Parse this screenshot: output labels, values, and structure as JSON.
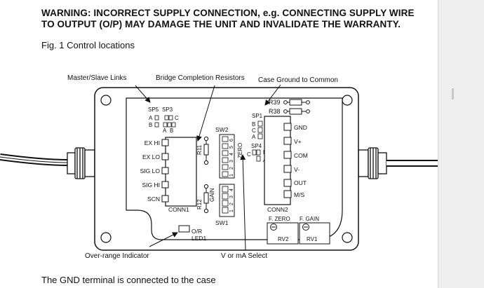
{
  "document": {
    "warning_line1": "WARNING: INCORRECT SUPPLY CONNECTION, e.g. CONNECTING SUPPLY WIRE",
    "warning_line2": "TO OUTPUT (O/P) MAY DAMAGE THE UNIT AND INVALIDATE THE WARRANTY.",
    "figure_caption": "Fig. 1  Control locations",
    "footer_note": "The GND terminal is connected to the case"
  },
  "diagram": {
    "callouts": {
      "master_slave": "Master/Slave Links",
      "bridge": "Bridge Completion Resistors",
      "case_ground": "Case Ground to Common",
      "over_range": "Over-range Indicator",
      "v_or_ma": "V or mA Select"
    },
    "links": {
      "sp5": "SP5",
      "sp3": "SP3",
      "sp1": "SP1",
      "sp4": "SP4",
      "a": "A",
      "b": "B",
      "c": "C"
    },
    "resistors": {
      "r39": "R39",
      "r38": "R38",
      "r11": "R11",
      "r12": "R12"
    },
    "conn1": {
      "name": "CONN1",
      "pins": [
        "EX HI",
        "EX LO",
        "SIG LO",
        "SIG HI",
        "SCN"
      ]
    },
    "conn2": {
      "name": "CONN2",
      "pins": [
        "GND",
        "V+",
        "COM",
        "V-",
        "OUT",
        "M/S"
      ]
    },
    "sw2": {
      "name": "SW2",
      "label": "ZERO",
      "positions": [
        "6",
        "5",
        "4",
        "3",
        "2",
        "1"
      ]
    },
    "sw1": {
      "name": "SW1",
      "label": "GAIN",
      "positions": [
        "4",
        "3",
        "2",
        "1"
      ]
    },
    "rv2": {
      "name": "RV2",
      "label": "F. ZERO"
    },
    "rv1": {
      "name": "RV1",
      "label": "F. GAIN"
    },
    "led": {
      "name": "LED1",
      "label": "O/R"
    },
    "wire_colors": {
      "red": "#e02020",
      "blue": "#1f5fd8",
      "green": "#1fae3a",
      "yellow": "#f0c020",
      "black": "#111111",
      "white": "#ffffff"
    }
  }
}
